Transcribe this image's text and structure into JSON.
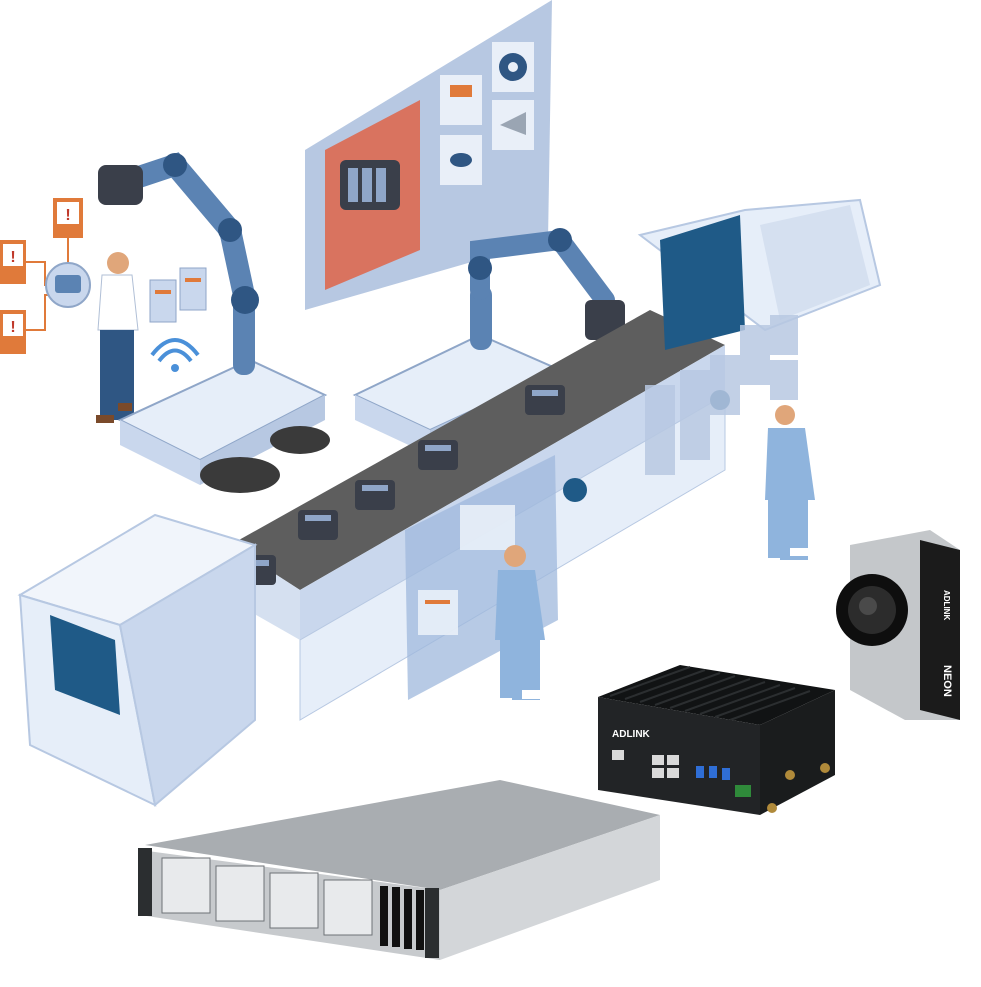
{
  "scene": {
    "device_brand": "ADLINK",
    "camera_brand": "ADLINK",
    "camera_model": "NEON"
  },
  "colors": {
    "panel": "#b7c8e2",
    "panel_dark": "#8fa6c8",
    "robot_blue": "#5b83b3",
    "robot_dark": "#2f5683",
    "machine_light": "#e6eef9",
    "machine_mid": "#c9d7ed",
    "machine_window": "#1f5a87",
    "belt": "#5e5e5e",
    "alert_orange": "#e07a3a",
    "highlight_red": "#d9735f",
    "device_black": "#222426",
    "server_grey": "#b9bcbf"
  },
  "icons": [
    "warning-icon",
    "wifi-icon",
    "gear-icon",
    "database-icon"
  ]
}
